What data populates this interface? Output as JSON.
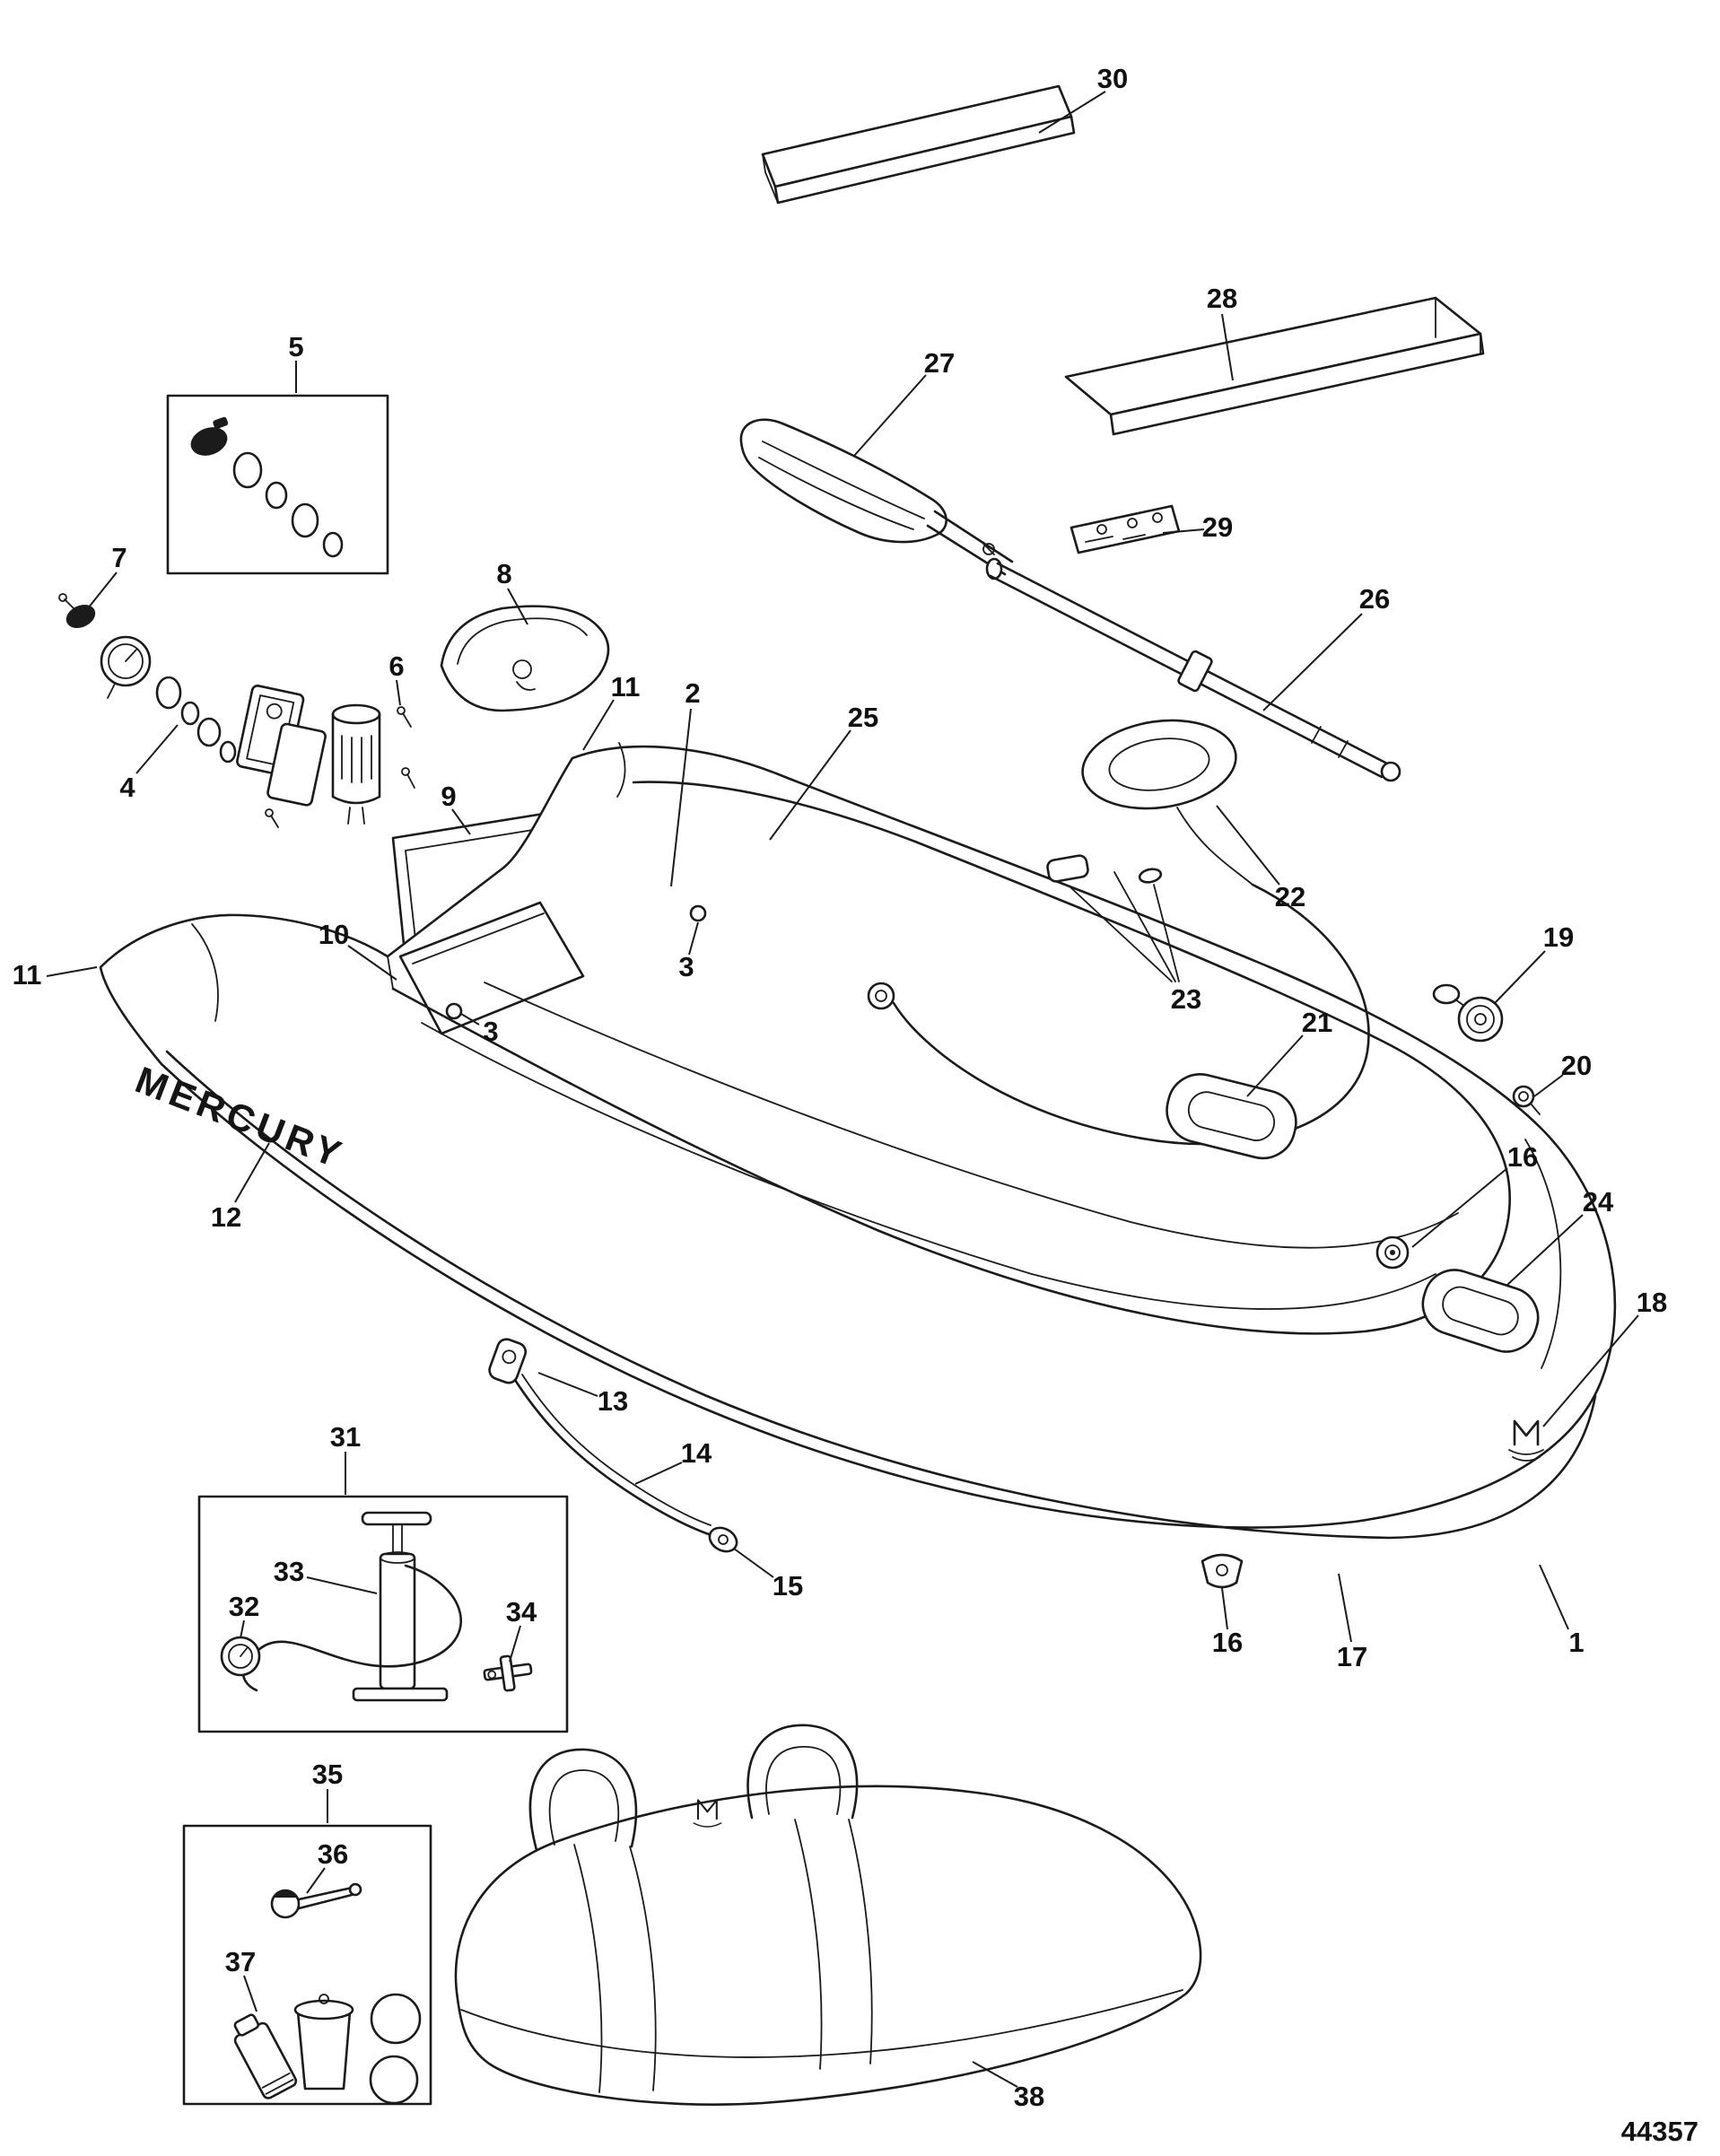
{
  "meta": {
    "drawing_number": "44357",
    "brand_text": "MERCURY",
    "diagram_subject": "Mercury inflatable boat exploded parts view"
  },
  "callouts": [
    {
      "label": "30"
    },
    {
      "label": "28"
    },
    {
      "label": "27"
    },
    {
      "label": "29"
    },
    {
      "label": "26"
    },
    {
      "label": "5"
    },
    {
      "label": "7"
    },
    {
      "label": "4"
    },
    {
      "label": "8"
    },
    {
      "label": "6"
    },
    {
      "label": "11"
    },
    {
      "label": "2"
    },
    {
      "label": "25"
    },
    {
      "label": "9"
    },
    {
      "label": "22"
    },
    {
      "label": "23"
    },
    {
      "label": "19"
    },
    {
      "label": "10"
    },
    {
      "label": "3"
    },
    {
      "label": "3"
    },
    {
      "label": "11"
    },
    {
      "label": "21"
    },
    {
      "label": "20"
    },
    {
      "label": "16"
    },
    {
      "label": "24"
    },
    {
      "label": "18"
    },
    {
      "label": "12"
    },
    {
      "label": "13"
    },
    {
      "label": "31"
    },
    {
      "label": "14"
    },
    {
      "label": "33"
    },
    {
      "label": "32"
    },
    {
      "label": "34"
    },
    {
      "label": "15"
    },
    {
      "label": "16"
    },
    {
      "label": "17"
    },
    {
      "label": "1"
    },
    {
      "label": "35"
    },
    {
      "label": "36"
    },
    {
      "label": "37"
    },
    {
      "label": "38"
    }
  ]
}
